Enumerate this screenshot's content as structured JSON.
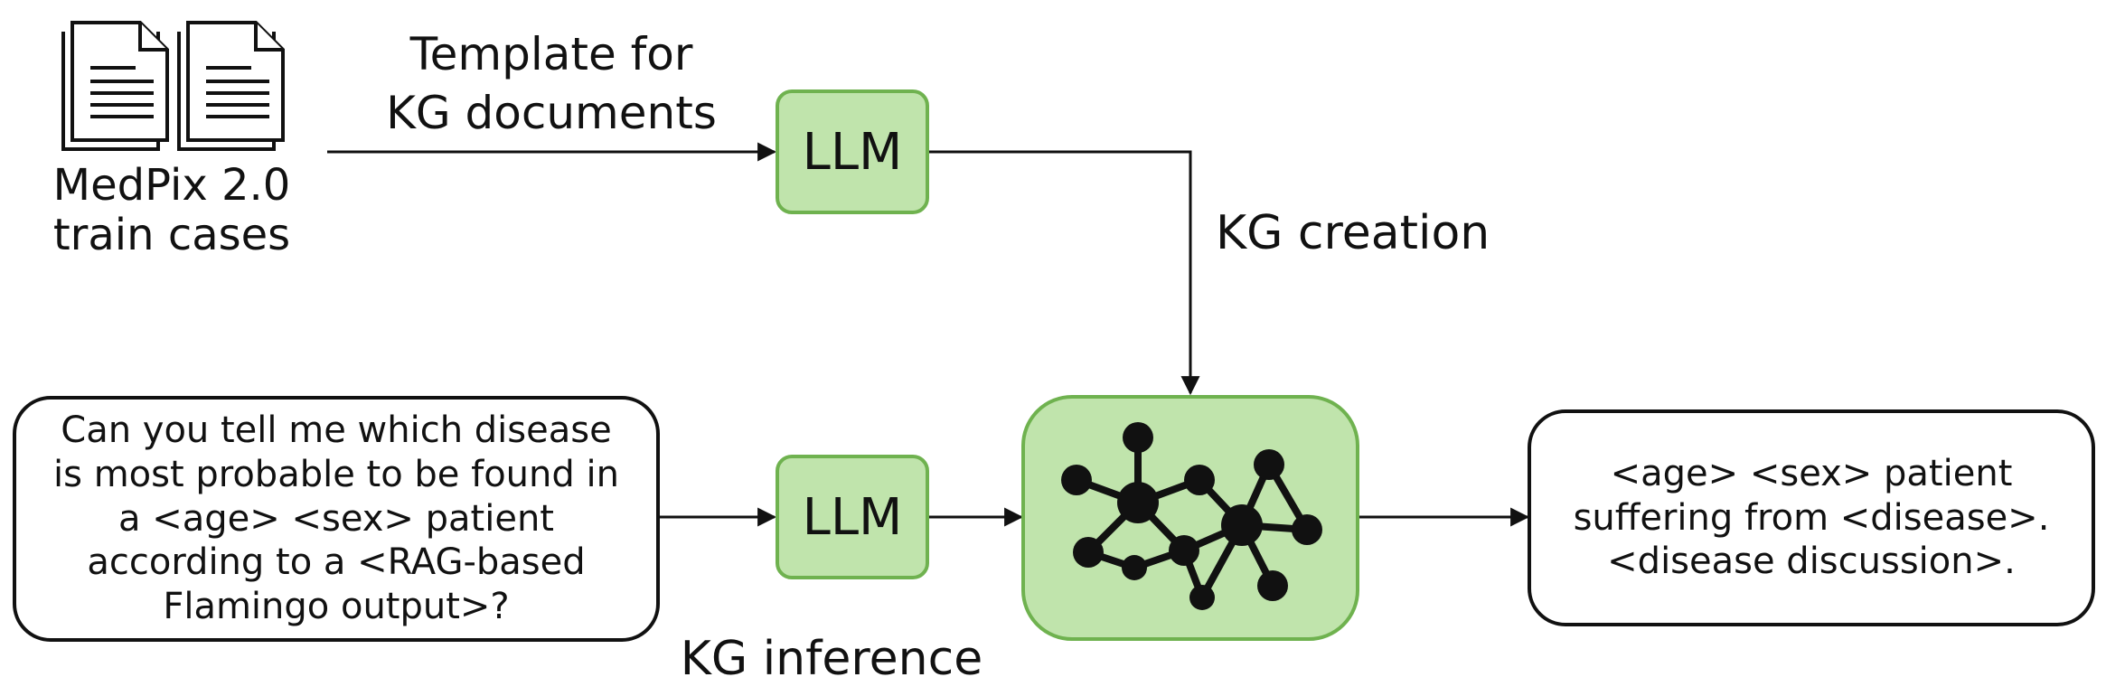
{
  "dataset_label": [
    "MedPix 2.0",
    "train cases"
  ],
  "template_label": [
    "Template for",
    "KG documents"
  ],
  "llm_top": "LLM",
  "llm_bottom": "LLM",
  "kg_creation": "KG creation",
  "kg_inference": "KG inference",
  "question": [
    "Can you tell me which disease",
    "is most probable to be found in",
    "a <age> <sex> patient",
    "according to a <RAG-based",
    "Flamingo output>?"
  ],
  "answer": [
    "<age> <sex> patient",
    "suffering from <disease>.",
    "<disease discussion>."
  ],
  "icons": {
    "documents": "document-stack-icon",
    "knowledge_graph": "knowledge-graph-icon"
  },
  "colors": {
    "llm_fill": "#c0e4ac",
    "llm_border": "#6fb24f",
    "line": "#111111"
  }
}
